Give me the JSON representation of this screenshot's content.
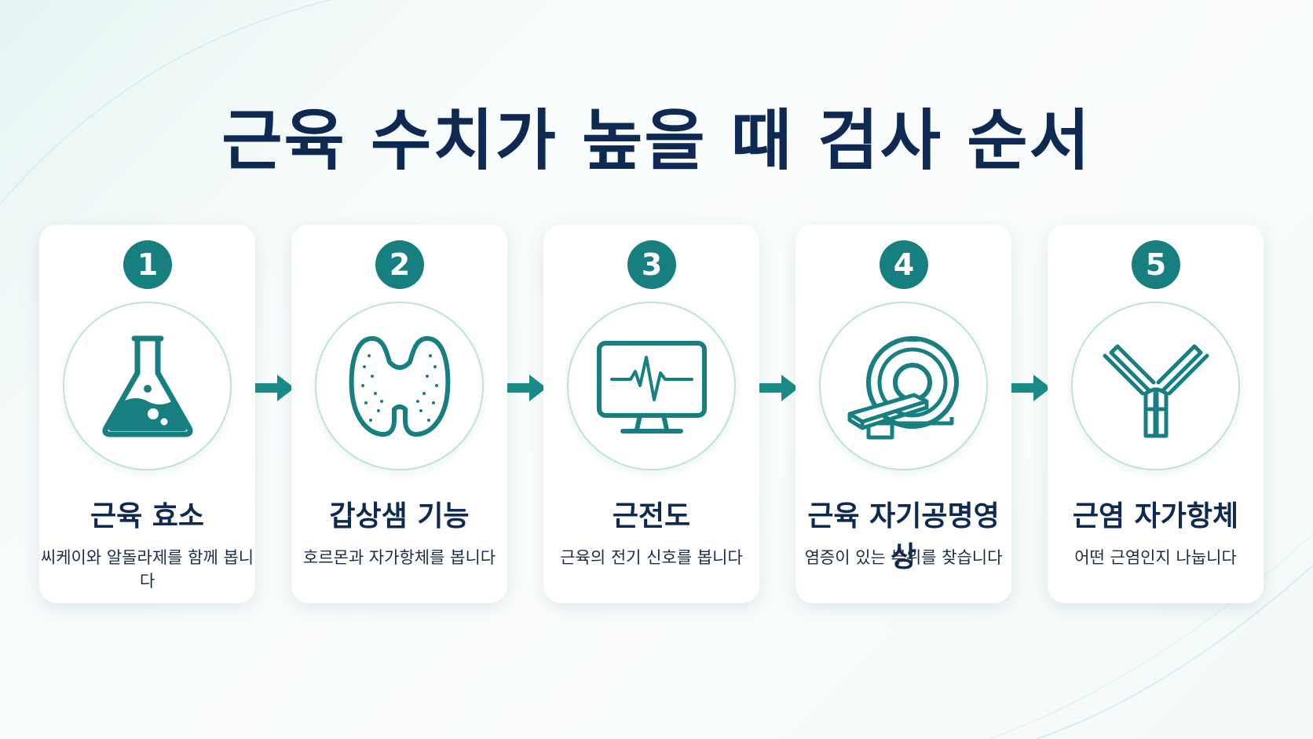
{
  "title": "근육 수치가 높을 때 검사 순서",
  "colors": {
    "accent": "#177f80",
    "title": "#0f2a52",
    "card": "#ffffff"
  },
  "steps": [
    {
      "number": "1",
      "title": "근육 효소",
      "desc": "씨케이와 알돌라제를 함께 봅니다",
      "icon": "flask-icon"
    },
    {
      "number": "2",
      "title": "갑상샘 기능",
      "desc": "호르몬과 자가항체를 봅니다",
      "icon": "thyroid-icon"
    },
    {
      "number": "3",
      "title": "근전도",
      "desc": "근육의 전기 신호를 봅니다",
      "icon": "monitor-waveform-icon"
    },
    {
      "number": "4",
      "title": "근육 자기공명영상",
      "desc": "염증이 있는 부위를 찾습니다",
      "icon": "mri-scanner-icon"
    },
    {
      "number": "5",
      "title": "근염 자가항체",
      "desc": "어떤 근염인지 나눕니다",
      "icon": "antibody-icon"
    }
  ]
}
